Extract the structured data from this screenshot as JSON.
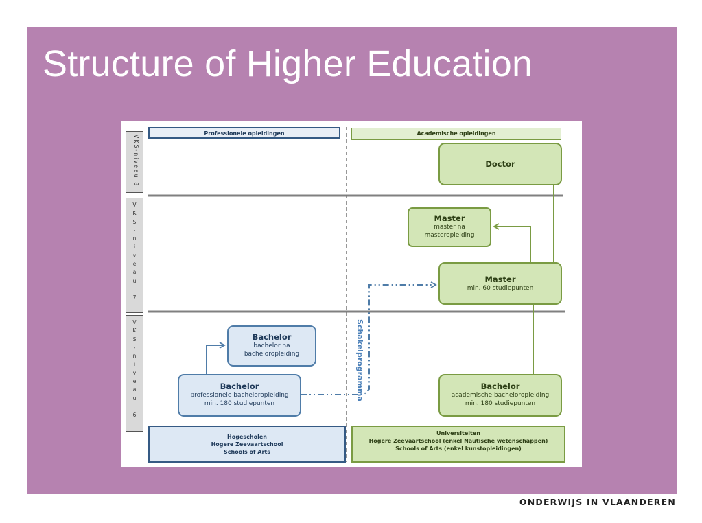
{
  "slide": {
    "title": "Structure of Higher Education",
    "footer": "ONDERWIJS IN VLAANDEREN",
    "background_color": "#b682b0"
  },
  "diagram": {
    "headers": {
      "professional": "Professionele opleidingen",
      "academic": "Academische opleidingen"
    },
    "levels": {
      "level8": "VKS-niveau 8",
      "level7": [
        "V",
        "K",
        "S",
        "-",
        "n",
        "i",
        "v",
        "e",
        "a",
        "u",
        "7"
      ],
      "level6": [
        "V",
        "K",
        "S",
        "-",
        "n",
        "i",
        "v",
        "e",
        "a",
        "u",
        "6"
      ]
    },
    "nodes": {
      "doctor": {
        "title": "Doctor"
      },
      "master_after_master": {
        "title": "Master",
        "line1": "master na",
        "line2": "masteropleiding"
      },
      "master": {
        "title": "Master",
        "line1": "min. 60 studiepunten"
      },
      "bachelor_after_bachelor": {
        "title": "Bachelor",
        "line1": "bachelor na",
        "line2": "bacheloropleiding"
      },
      "bachelor_professional": {
        "title": "Bachelor",
        "line1": "professionele bacheloropleiding",
        "line2": "min. 180 studiepunten"
      },
      "bachelor_academic": {
        "title": "Bachelor",
        "line1": "academische bacheloropleiding",
        "line2": "min. 180 studiepunten"
      }
    },
    "bridge_label": "Schakelprogramma",
    "institutions": {
      "professional": [
        "Hogescholen",
        "Hogere Zeevaartschool",
        "Schools of Arts"
      ],
      "academic": [
        "Universiteiten",
        "Hogere Zeevaartschool (enkel Nautische wetenschappen)",
        "Schools of Arts (enkel kunstopleidingen)"
      ]
    },
    "colors": {
      "professional_border": "#4f7ca8",
      "professional_fill": "#dde8f4",
      "academic_border": "#7a9b43",
      "academic_fill": "#d3e6b7"
    }
  }
}
